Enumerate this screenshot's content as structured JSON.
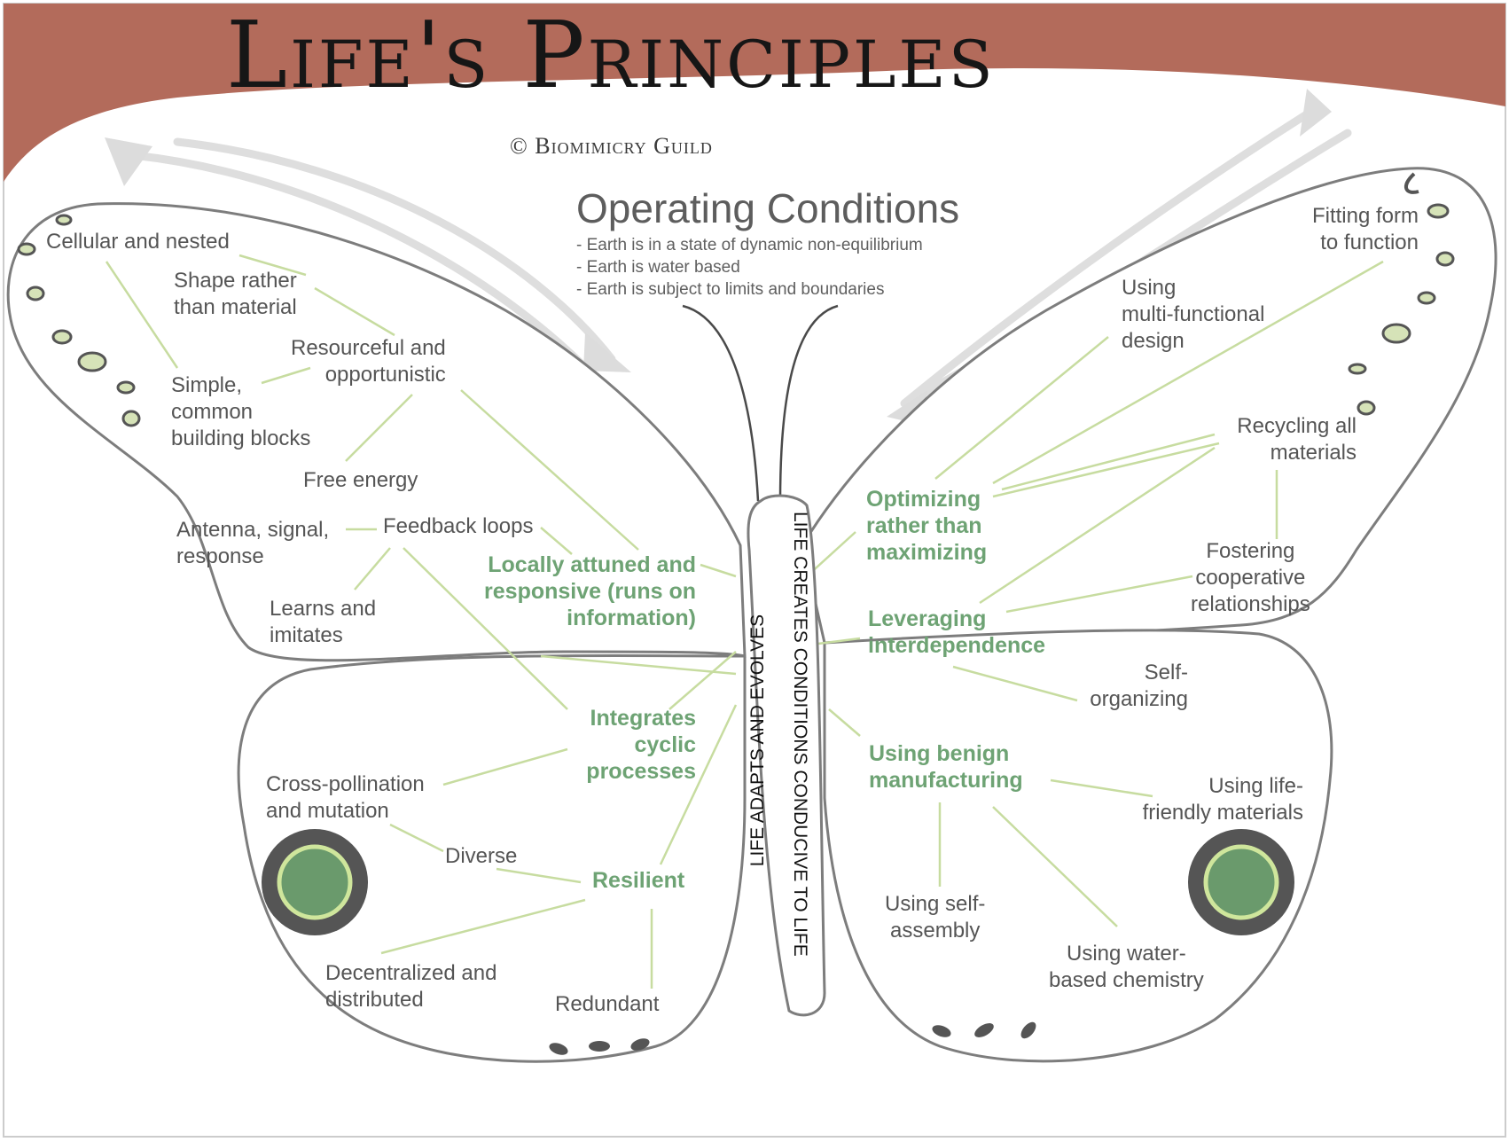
{
  "header": {
    "title": "Life's Principles",
    "credit": "© Biomimicry Guild"
  },
  "operating_conditions": {
    "title": "Operating Conditions",
    "items": [
      "- Earth is in a state of dynamic non-equilibrium",
      "- Earth is water based",
      "- Earth is subject to limits and boundaries"
    ]
  },
  "body": {
    "left_label": "LIFE ADAPTS AND EVOLVES",
    "right_label": "LIFE CREATES CONDITIONS CONDUCIVE TO LIFE"
  },
  "upper_left_wing": {
    "cellular": "Cellular and nested",
    "shape": "Shape rather\nthan material",
    "resourceful": "Resourceful and\nopportunistic",
    "simple": "Simple,\ncommon\nbuilding blocks",
    "free_energy": "Free energy",
    "antenna": "Antenna, signal,\nresponse",
    "feedback": "Feedback loops",
    "learns": "Learns and\nimitates",
    "locally": "Locally attuned and\nresponsive (runs on\ninformation)"
  },
  "lower_left_wing": {
    "integrates": "Integrates\ncyclic\nprocesses",
    "cross": "Cross-pollination\nand mutation",
    "diverse": "Diverse",
    "resilient": "Resilient",
    "decentralized": "Decentralized and\ndistributed",
    "redundant": "Redundant"
  },
  "upper_right_wing": {
    "fitting": "Fitting form\nto function",
    "multifunctional": "Using\nmulti-functional\ndesign",
    "recycling": "Recycling all\nmaterials",
    "optimizing": "Optimizing\nrather than\nmaximizing",
    "fostering": "Fostering\ncooperative\nrelationships",
    "leveraging": "Leveraging\ninterdependence"
  },
  "lower_right_wing": {
    "self_organizing": "Self-\norganizing",
    "benign": "Using benign\nmanufacturing",
    "life_friendly": "Using life-\nfriendly materials",
    "self_assembly": "Using self-\nassembly",
    "water_chem": "Using water-\nbased chemistry"
  },
  "colors": {
    "banner": "#b36b5b",
    "wing_fill": "#ffffff",
    "wing_stroke": "#7d7d7d",
    "leader_line": "#c7dca0",
    "principle_green": "#6ea374",
    "eyespot_outer": "#555555",
    "eyespot_inner": "#6a9a6c",
    "eyespot_ring": "#cfe69c",
    "spot_fill": "#d6e3b8"
  }
}
